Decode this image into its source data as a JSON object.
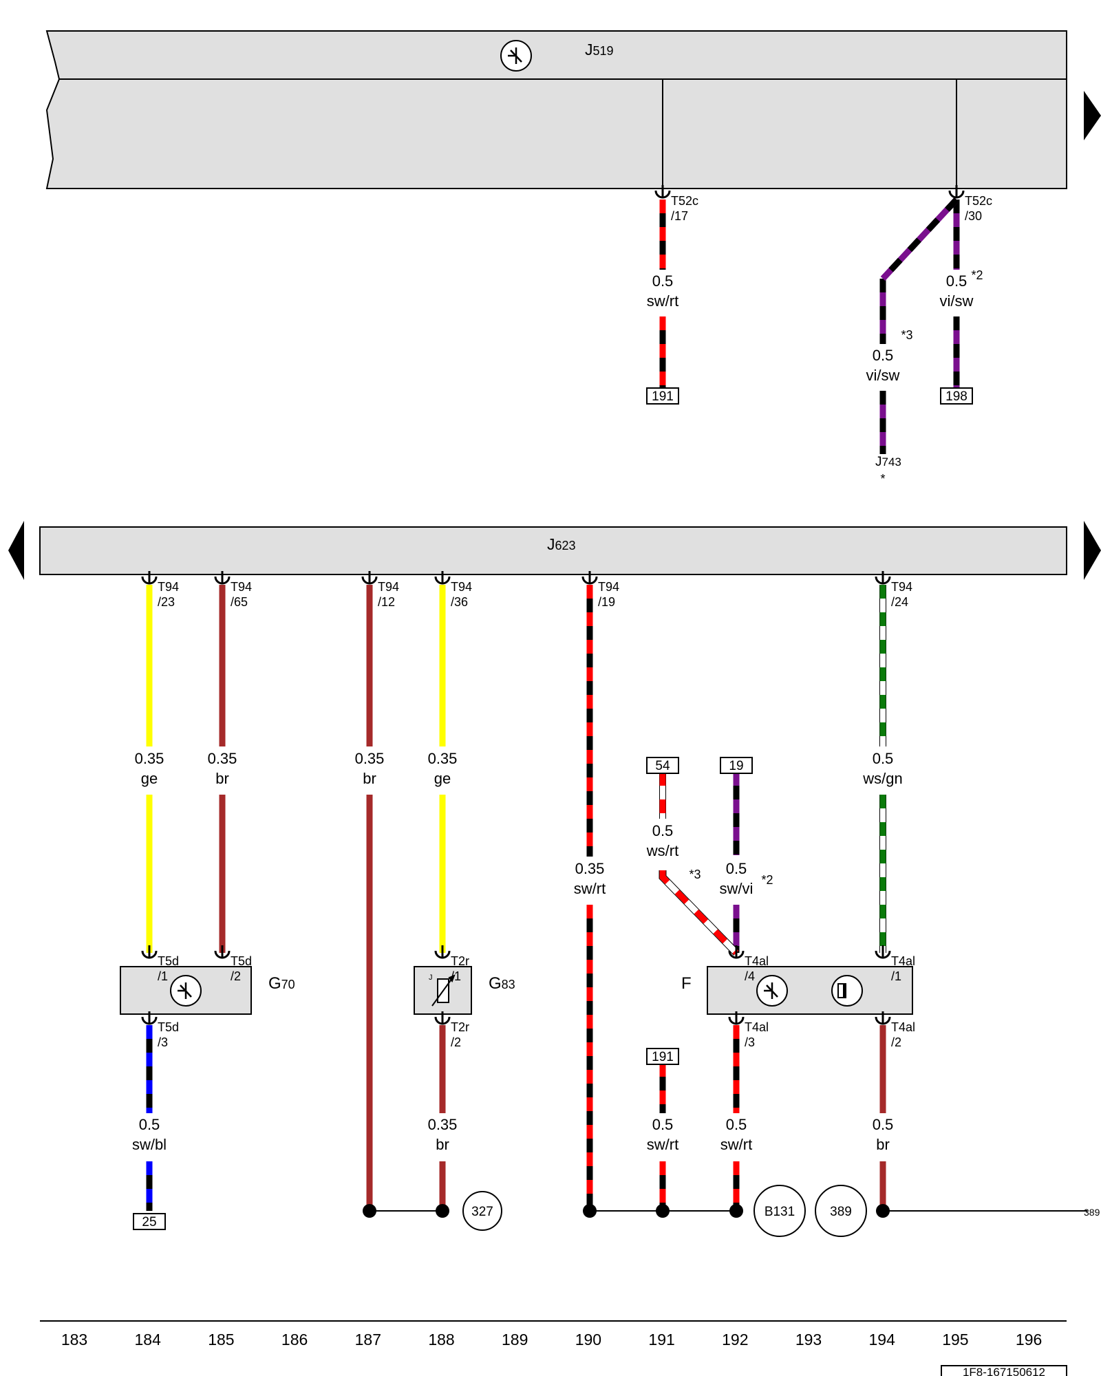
{
  "control_units": [
    {
      "id": "J519",
      "prefix": "J",
      "num": "519"
    },
    {
      "id": "J623",
      "prefix": "J",
      "num": "623"
    }
  ],
  "components": [
    {
      "id": "G70",
      "prefix": "G",
      "num": "70"
    },
    {
      "id": "G83",
      "prefix": "G",
      "num": "83"
    },
    {
      "id": "F",
      "prefix": "F",
      "num": ""
    }
  ],
  "connector_pins": [
    {
      "connector": "T52c",
      "pin": "/17"
    },
    {
      "connector": "T52c",
      "pin": "/30"
    },
    {
      "connector": "T94",
      "pin": "/23"
    },
    {
      "connector": "T94",
      "pin": "/65"
    },
    {
      "connector": "T94",
      "pin": "/12"
    },
    {
      "connector": "T94",
      "pin": "/36"
    },
    {
      "connector": "T94",
      "pin": "/19"
    },
    {
      "connector": "T94",
      "pin": "/24"
    },
    {
      "connector": "T5d",
      "pin": "/1"
    },
    {
      "connector": "T5d",
      "pin": "/2"
    },
    {
      "connector": "T5d",
      "pin": "/3"
    },
    {
      "connector": "T2r",
      "pin": "/1"
    },
    {
      "connector": "T2r",
      "pin": "/2"
    },
    {
      "connector": "T4al",
      "pin": "/4"
    },
    {
      "connector": "T4al",
      "pin": "/1"
    },
    {
      "connector": "T4al",
      "pin": "/3"
    },
    {
      "connector": "T4al",
      "pin": "/2"
    }
  ],
  "wire_labels": [
    {
      "size": "0.5",
      "color": "sw/rt"
    },
    {
      "size": "0.5",
      "color": "vi/sw"
    },
    {
      "size": "0.5",
      "color": "vi/sw"
    },
    {
      "size": "0.35",
      "color": "ge"
    },
    {
      "size": "0.35",
      "color": "br"
    },
    {
      "size": "0.35",
      "color": "br"
    },
    {
      "size": "0.35",
      "color": "ge"
    },
    {
      "size": "0.35",
      "color": "sw/rt"
    },
    {
      "size": "0.5",
      "color": "ws/rt"
    },
    {
      "size": "0.5",
      "color": "sw/vi"
    },
    {
      "size": "0.5",
      "color": "ws/gn"
    },
    {
      "size": "0.5",
      "color": "sw/bl"
    },
    {
      "size": "0.35",
      "color": "br"
    },
    {
      "size": "0.5",
      "color": "sw/rt"
    },
    {
      "size": "0.5",
      "color": "sw/rt"
    },
    {
      "size": "0.5",
      "color": "br"
    }
  ],
  "footnotes": [
    "*2",
    "*3",
    "*3",
    "*2",
    "*"
  ],
  "ref_boxes": [
    "191",
    "198",
    "54",
    "19",
    "191",
    "25"
  ],
  "target_label": {
    "prefix": "J",
    "num": "743"
  },
  "ground_points": [
    "327",
    "B131",
    "389"
  ],
  "edge_ref": "389",
  "column_numbers": [
    "183",
    "184",
    "185",
    "186",
    "187",
    "188",
    "189",
    "190",
    "191",
    "192",
    "193",
    "194",
    "195",
    "196"
  ],
  "doc_id": "1F8-167150612",
  "wire_colors": {
    "sw": "#000000",
    "rt": "#ff0000",
    "vi": "#7a0f8e",
    "ge": "#ffff00",
    "br": "#a52a2a",
    "ws": "#ffffff",
    "gn": "#0a7a0a",
    "bl": "#0000ff"
  },
  "icons": [
    "ecu-symbol-icon",
    "sensor-symbol-icon",
    "ntc-resistor-icon",
    "brake-lamp-switch-icon",
    "arrow-right-icon",
    "arrow-left-icon"
  ]
}
